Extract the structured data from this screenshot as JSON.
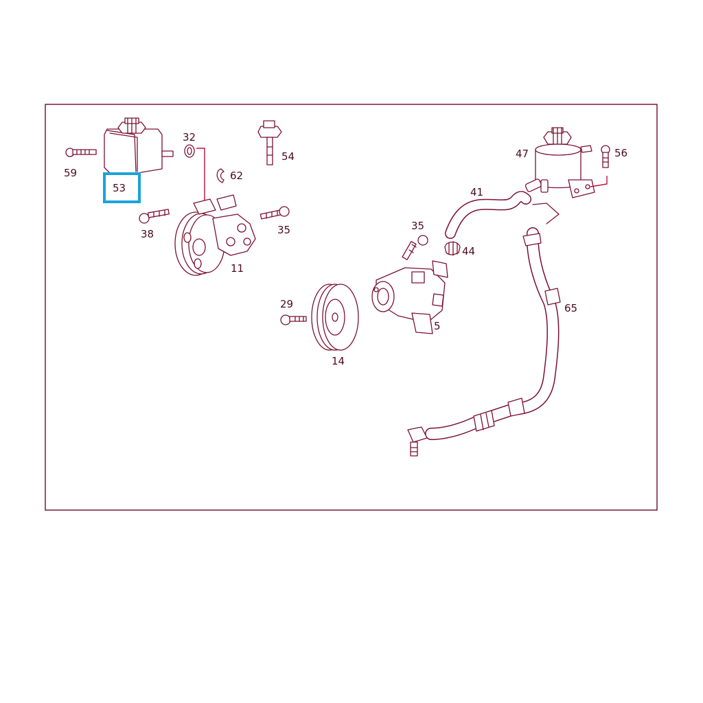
{
  "callouts": [
    {
      "id": "59",
      "text": "59"
    },
    {
      "id": "53",
      "text": "53"
    },
    {
      "id": "32",
      "text": "32"
    },
    {
      "id": "62",
      "text": "62"
    },
    {
      "id": "54",
      "text": "54"
    },
    {
      "id": "38",
      "text": "38"
    },
    {
      "id": "35a",
      "text": "35"
    },
    {
      "id": "11",
      "text": "11"
    },
    {
      "id": "47",
      "text": "47"
    },
    {
      "id": "56",
      "text": "56"
    },
    {
      "id": "41",
      "text": "41"
    },
    {
      "id": "35b",
      "text": "35"
    },
    {
      "id": "44",
      "text": "44"
    },
    {
      "id": "29",
      "text": "29"
    },
    {
      "id": "5",
      "text": "5"
    },
    {
      "id": "14",
      "text": "14"
    },
    {
      "id": "65",
      "text": "65"
    }
  ],
  "highlight": {
    "callout": "53",
    "color": "#1aa3d9"
  },
  "colors": {
    "line": "#7a1030",
    "leader": "#c0103a",
    "frame": "#6a0a28",
    "text": "#4a0a1e"
  }
}
